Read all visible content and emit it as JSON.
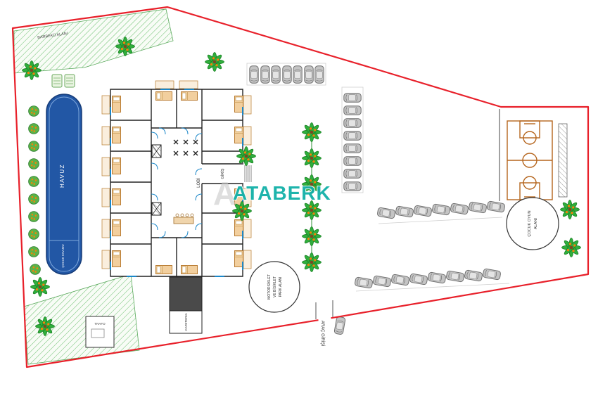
{
  "watermark": {
    "logo": "A",
    "text": "ATABERK",
    "color": "#12b0a8"
  },
  "labels": {
    "barbecue": "BARBEKÜ ALANI",
    "pool": "HAVUZ",
    "kids_pool": "ÇOCUK HAVUZU",
    "lobby": "LOBİ",
    "entrance": "GİRİŞ",
    "cafeteria": "CAFETERIA",
    "moto": [
      "MOTORSİKLET",
      "VE BİSİKLET",
      "PARK ALANI"
    ],
    "kids": [
      "ÇOCUK OYUN",
      "ALANI"
    ],
    "vehicle_entrance": "ARAÇ GİRİŞİ",
    "trafo": "TRAFO"
  },
  "colors": {
    "boundary": "#e8202a",
    "pool": "#2257a5",
    "court": "#b5651d",
    "door": "#1b87c9",
    "grass": "#4aa34d"
  }
}
